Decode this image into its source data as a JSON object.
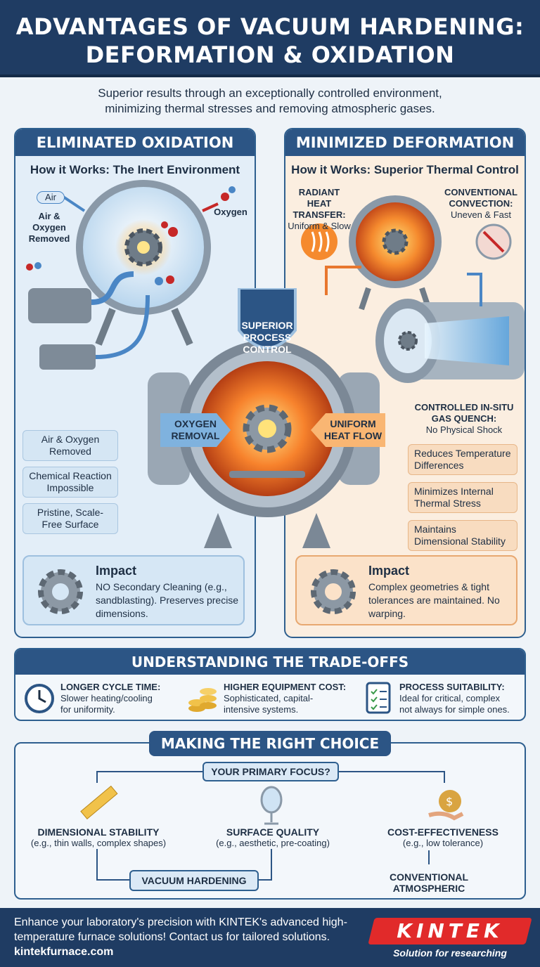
{
  "header": {
    "title_line1": "ADVANTAGES OF VACUUM HARDENING:",
    "title_line2": "DEFORMATION & OXIDATION"
  },
  "subtitle": {
    "line1": "Superior results through an exceptionally controlled environment,",
    "line2": "minimizing thermal stresses and removing atmospheric gases."
  },
  "left": {
    "title": "ELIMINATED OXIDATION",
    "how": "How it Works: The Inert Environment",
    "air_tag": "Air",
    "air_removed_label": "Air & Oxygen Removed",
    "oxygen_label": "Oxygen",
    "boxes": [
      "Air & Oxygen Removed",
      "Chemical Reaction Impossible",
      "Pristine, Scale-Free Surface"
    ],
    "impact_title": "Impact",
    "impact_text": "NO Secondary Cleaning (e.g., sandblasting). Preserves precise dimensions."
  },
  "right": {
    "title": "MINIMIZED DEFORMATION",
    "how": "How it Works: Superior Thermal Control",
    "radiant_title": "RADIANT HEAT TRANSFER:",
    "radiant_sub": "Uniform & Slow",
    "conv_title": "CONVENTIONAL CONVECTION:",
    "conv_sub": "Uneven & Fast",
    "quench_title": "CONTROLLED IN-SITU GAS QUENCH:",
    "quench_sub": "No Physical Shock",
    "boxes": [
      "Reduces Temperature Differences",
      "Minimizes Internal Thermal Stress",
      "Maintains Dimensional Stability"
    ],
    "impact_title": "Impact",
    "impact_text": "Complex geometries & tight tolerances are maintained. No warping."
  },
  "center": {
    "shield": "SUPERIOR PROCESS CONTROL",
    "left_arrow": "OXYGEN REMOVAL",
    "right_arrow": "UNIFORM HEAT FLOW"
  },
  "tradeoffs": {
    "title": "UNDERSTANDING THE TRADE-OFFS",
    "items": [
      {
        "title": "LONGER CYCLE TIME:",
        "desc1": "Slower heating/cooling",
        "desc2": "for uniformity.",
        "icon": "clock-icon"
      },
      {
        "title": "HIGHER EQUIPMENT COST:",
        "desc1": "Sophisticated, capital-",
        "desc2": "intensive systems.",
        "icon": "coins-icon"
      },
      {
        "title": "PROCESS SUITABILITY:",
        "desc1": "Ideal for critical, complex",
        "desc2": "not always for simple ones.",
        "icon": "checklist-icon"
      }
    ]
  },
  "choice": {
    "title": "MAKING THE RIGHT CHOICE",
    "focus": "YOUR PRIMARY FOCUS?",
    "options": [
      {
        "title": "DIMENSIONAL STABILITY",
        "desc": "(e.g., thin walls, complex shapes)"
      },
      {
        "title": "SURFACE QUALITY",
        "desc": "(e.g., aesthetic, pre-coating)"
      },
      {
        "title": "COST-EFFECTIVENESS",
        "desc": "(e.g., low tolerance)"
      }
    ],
    "vacuum": "VACUUM HARDENING",
    "conventional": "CONVENTIONAL ATMOSPHERIC"
  },
  "footer": {
    "text": "Enhance your laboratory's precision with KINTEK's advanced high-temperature furnace solutions! Contact us for tailored solutions.",
    "link": "kintekfurnace.com",
    "logo": "KINTEK",
    "slogan": "Solution for researching"
  },
  "colors": {
    "navy": "#1f3c63",
    "panel_blue": "#2c5585",
    "orange": "#e8772e",
    "red": "#e12a2a"
  }
}
